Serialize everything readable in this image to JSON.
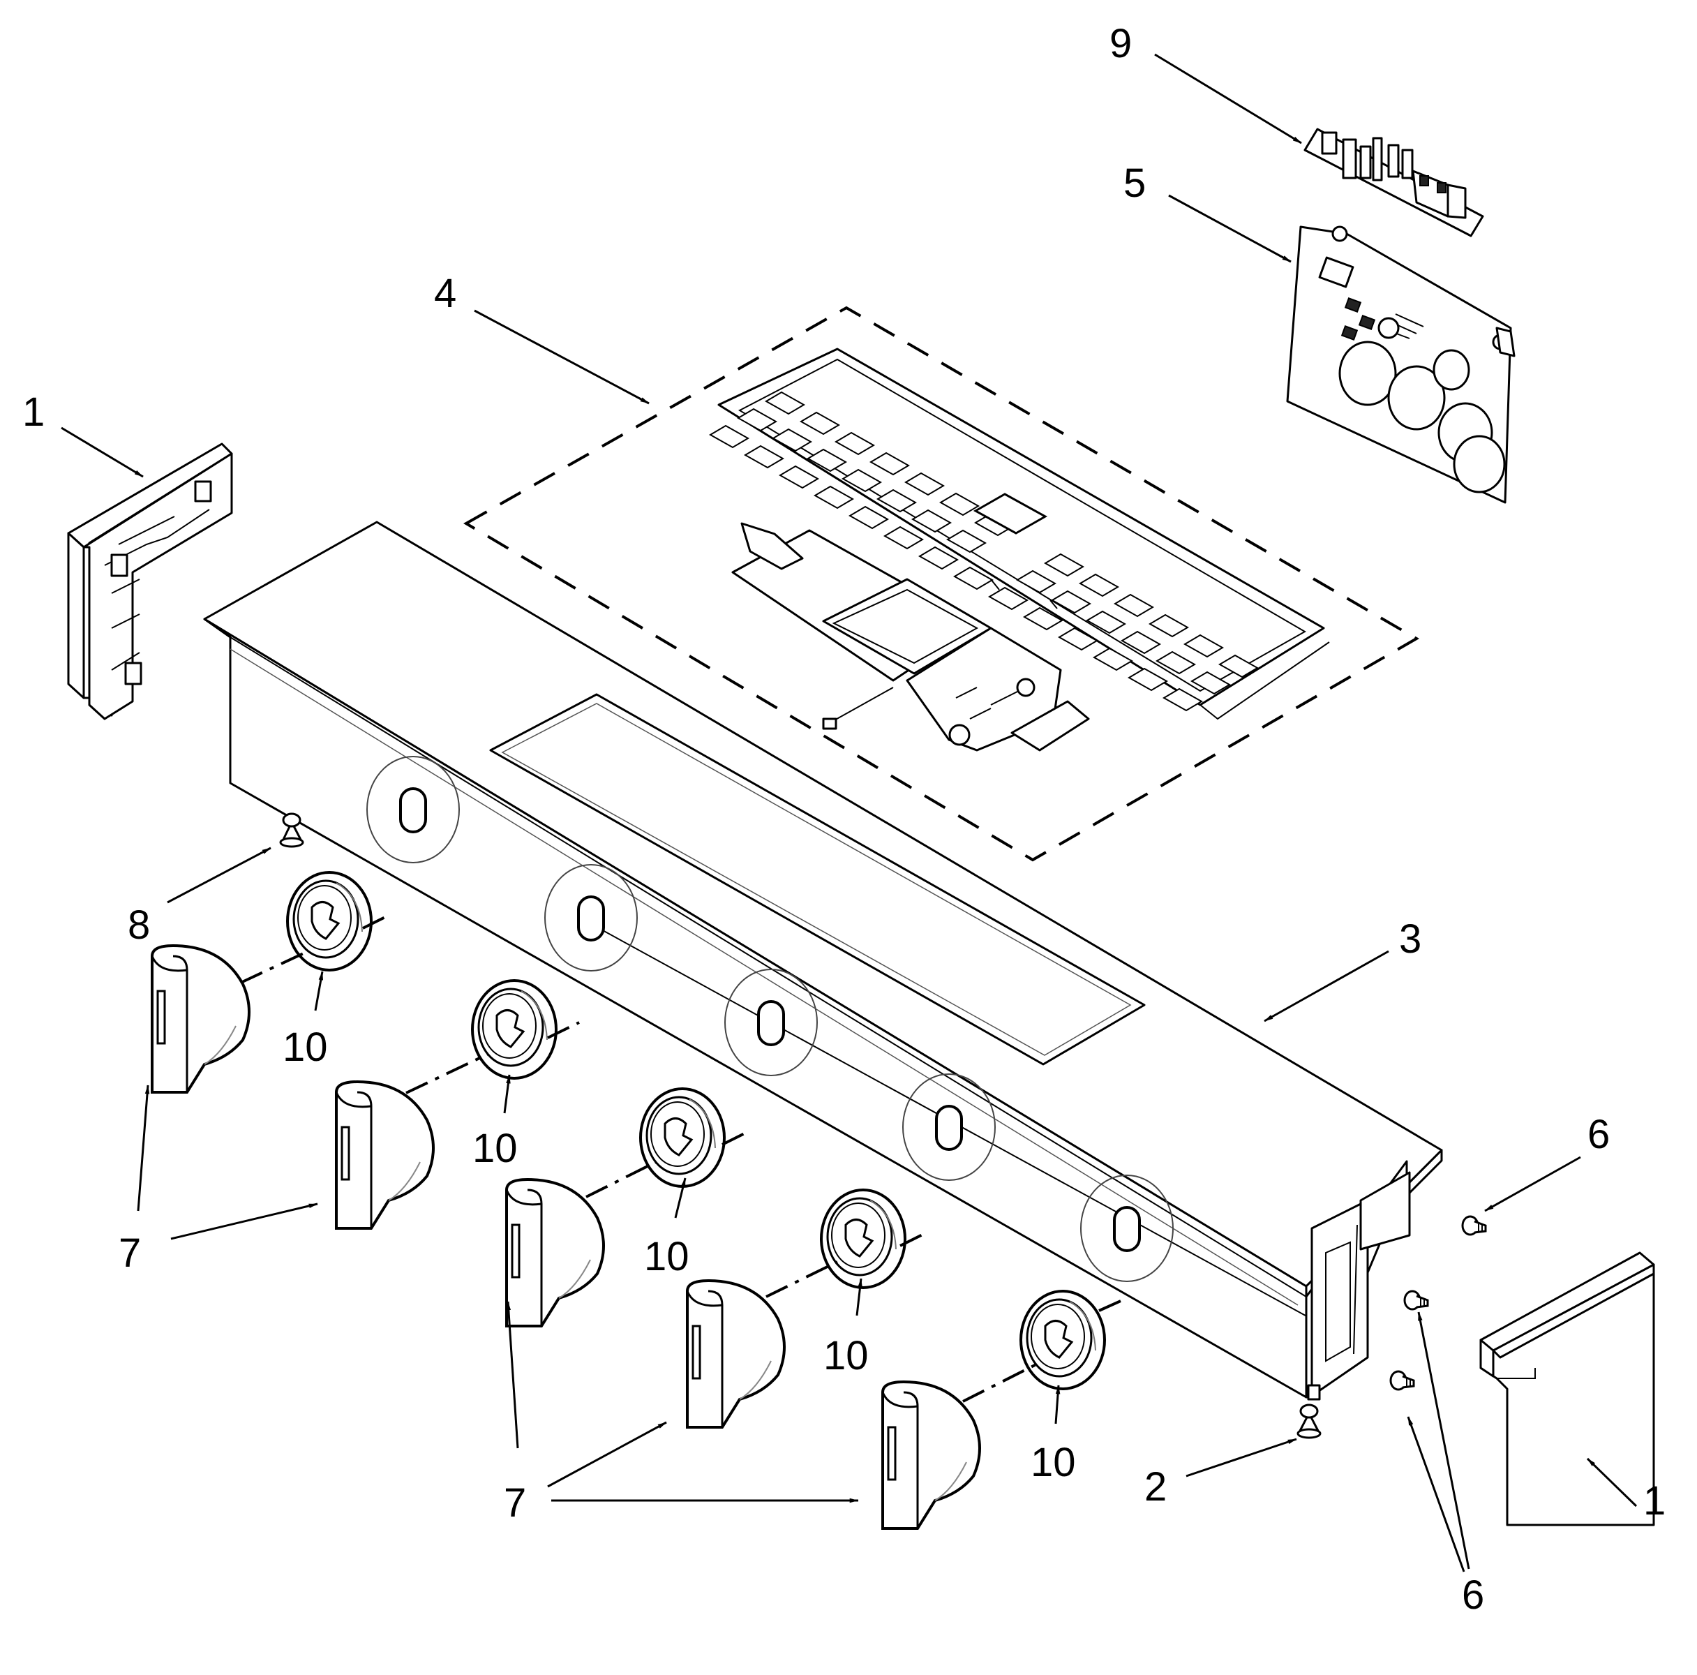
{
  "diagram": {
    "callouts": [
      {
        "id": "c1-left",
        "label": "1"
      },
      {
        "id": "c1-right",
        "label": "1"
      },
      {
        "id": "c2",
        "label": "2"
      },
      {
        "id": "c3",
        "label": "3"
      },
      {
        "id": "c4",
        "label": "4"
      },
      {
        "id": "c5",
        "label": "5"
      },
      {
        "id": "c6-top",
        "label": "6"
      },
      {
        "id": "c6-bottom",
        "label": "6"
      },
      {
        "id": "c7-top",
        "label": "7"
      },
      {
        "id": "c7-bottom",
        "label": "7"
      },
      {
        "id": "c8",
        "label": "8"
      },
      {
        "id": "c9",
        "label": "9"
      },
      {
        "id": "c10-a",
        "label": "10"
      },
      {
        "id": "c10-b",
        "label": "10"
      },
      {
        "id": "c10-c",
        "label": "10"
      },
      {
        "id": "c10-d",
        "label": "10"
      },
      {
        "id": "c10-e",
        "label": "10"
      }
    ]
  }
}
